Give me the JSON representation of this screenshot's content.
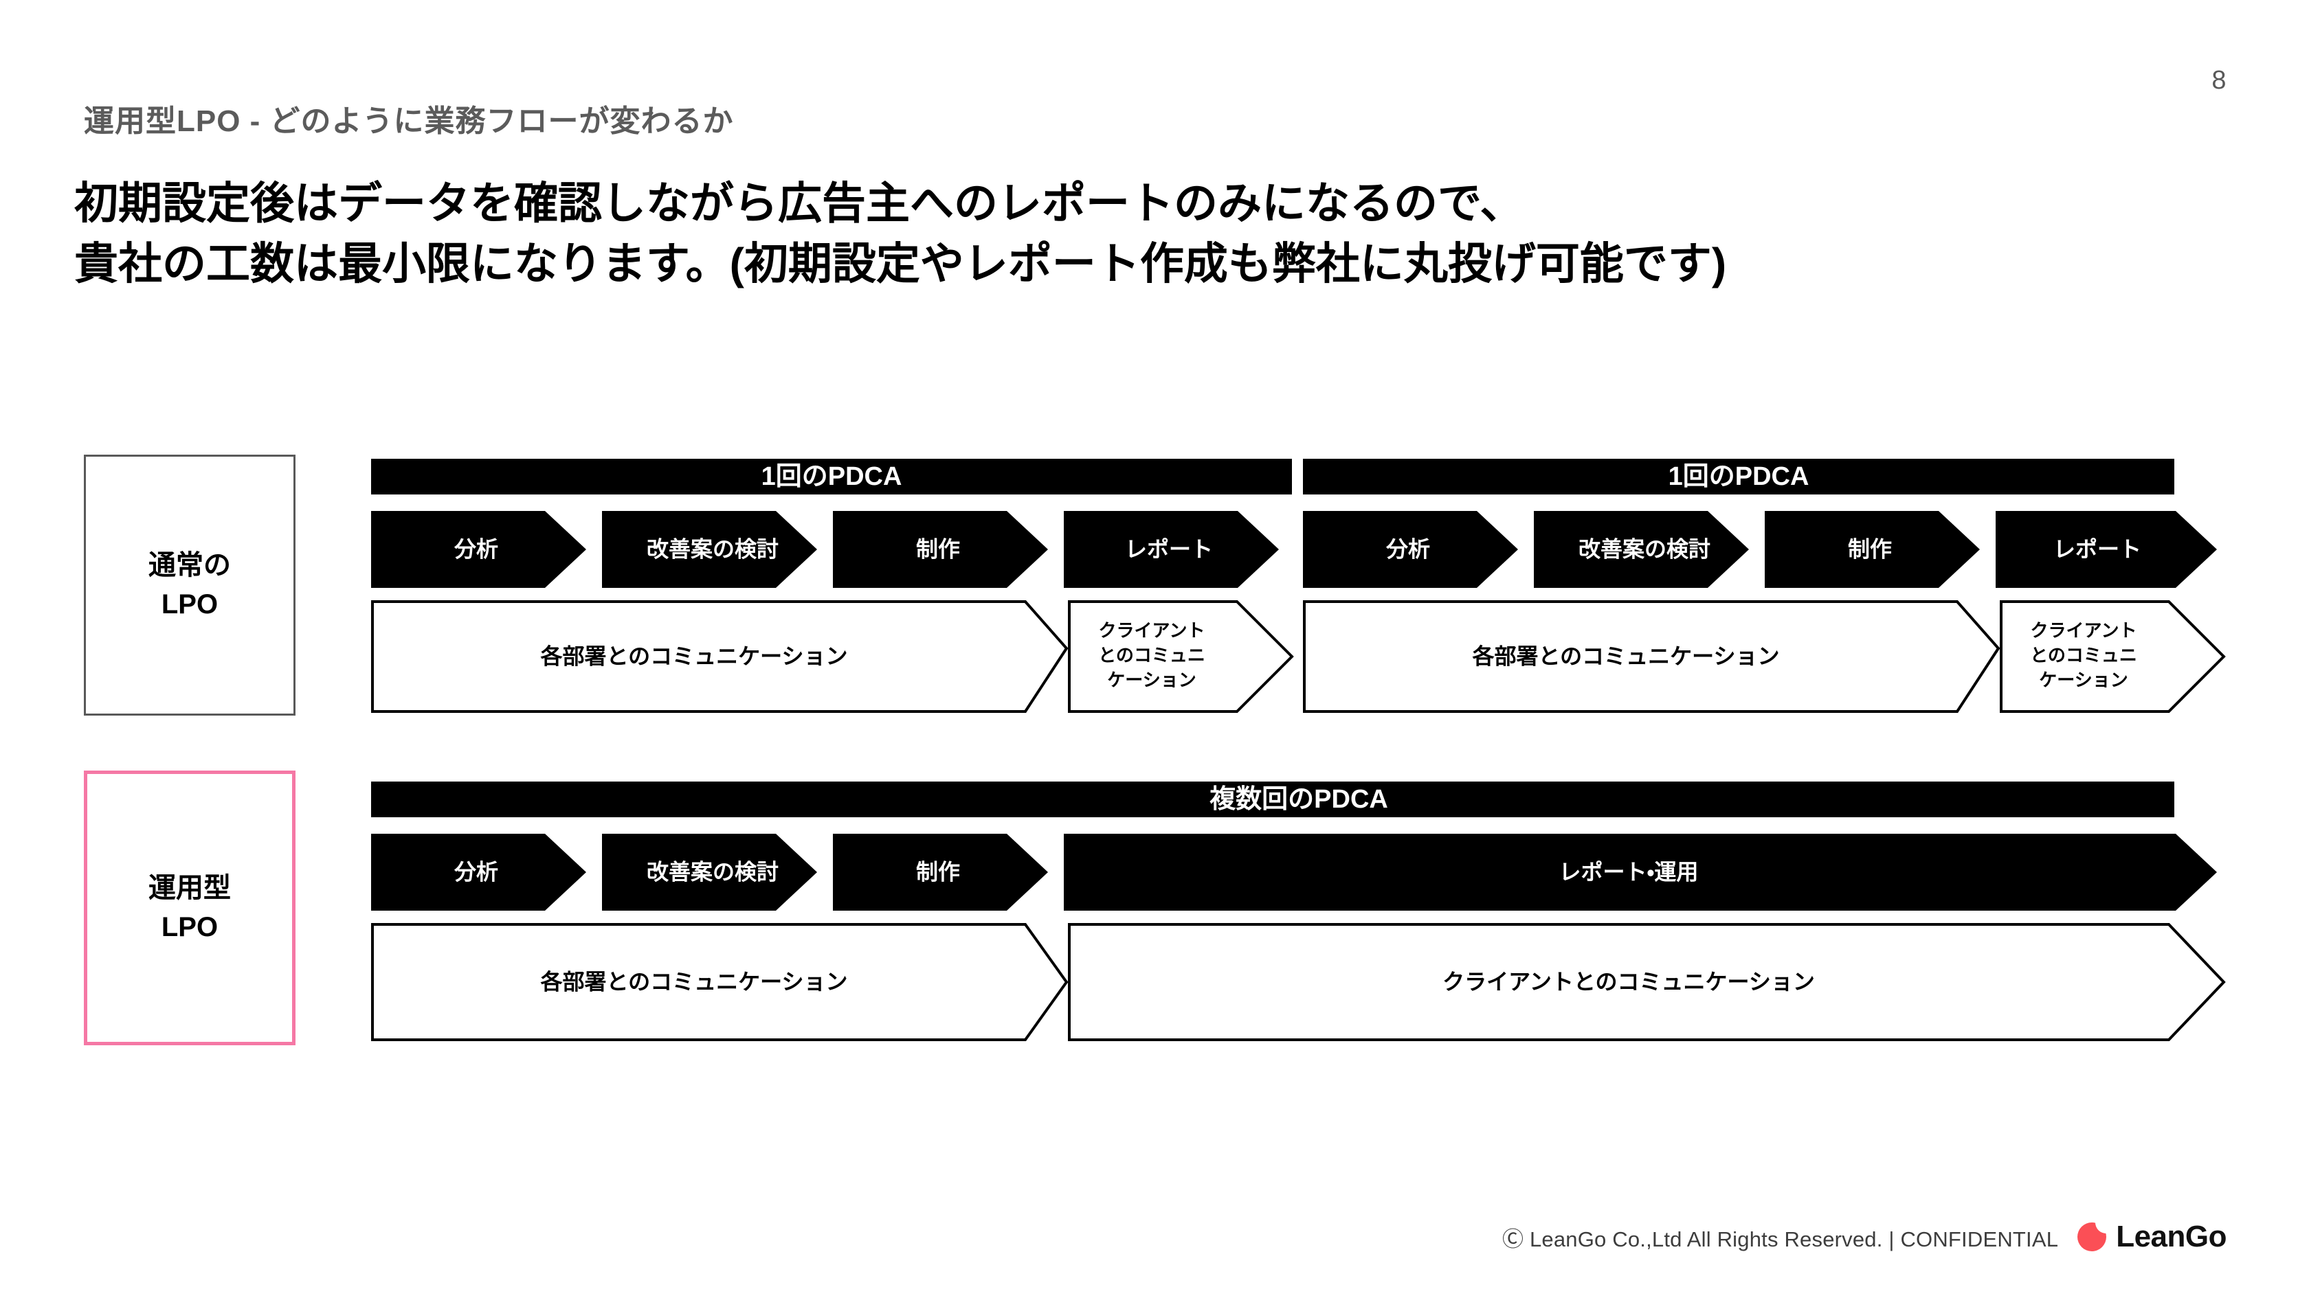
{
  "page": {
    "number": "8",
    "eyebrow": "運用型LPO - どのように業務フローが変わるか",
    "headline_line1": "初期設定後はデータを確認しながら広告主へのレポートのみになるので、",
    "headline_line2": "貴社の工数は最小限になります。(初期設定やレポート作成も弊社に丸投げ可能です)"
  },
  "colors": {
    "accent_pink": "#F578A5",
    "logo_red": "#FB4F56",
    "eyebrow_gray": "#5B5B5B",
    "label_border_gray": "#595959",
    "black": "#000000"
  },
  "diagram": {
    "rows": [
      {
        "label": "通常の\nLPO",
        "border_style": "gray",
        "pdca_bars": [
          {
            "text": "1回のPDCA"
          },
          {
            "text": "1回のPDCA"
          }
        ],
        "steps": [
          {
            "text": "分析"
          },
          {
            "text": "改善案の検討"
          },
          {
            "text": "制作"
          },
          {
            "text": "レポート"
          },
          {
            "text": "分析"
          },
          {
            "text": "改善案の検討"
          },
          {
            "text": "制作"
          },
          {
            "text": "レポート"
          }
        ],
        "communications": [
          {
            "lines": [
              "各部署とのコミュニケーション"
            ],
            "size": "normal"
          },
          {
            "lines": [
              "クライアント",
              "とのコミュニ",
              "ケーション"
            ],
            "size": "small"
          },
          {
            "lines": [
              "各部署とのコミュニケーション"
            ],
            "size": "normal"
          },
          {
            "lines": [
              "クライアント",
              "とのコミュニ",
              "ケーション"
            ],
            "size": "small"
          }
        ]
      },
      {
        "label": "運用型\nLPO",
        "border_style": "pink",
        "pdca_bars": [
          {
            "text": "複数回のPDCA"
          }
        ],
        "steps": [
          {
            "text": "分析"
          },
          {
            "text": "改善案の検討"
          },
          {
            "text": "制作"
          },
          {
            "text": "レポート・運用"
          }
        ],
        "communications": [
          {
            "lines": [
              "各部署とのコミュニケーション"
            ],
            "size": "normal"
          },
          {
            "lines": [
              "クライアントとのコミュニケーション"
            ],
            "size": "normal"
          }
        ]
      }
    ]
  },
  "footer": {
    "copyright": "Ⓒ LeanGo Co.,Ltd All Rights Reserved. | CONFIDENTIAL",
    "brand_name": "LeanGo"
  }
}
